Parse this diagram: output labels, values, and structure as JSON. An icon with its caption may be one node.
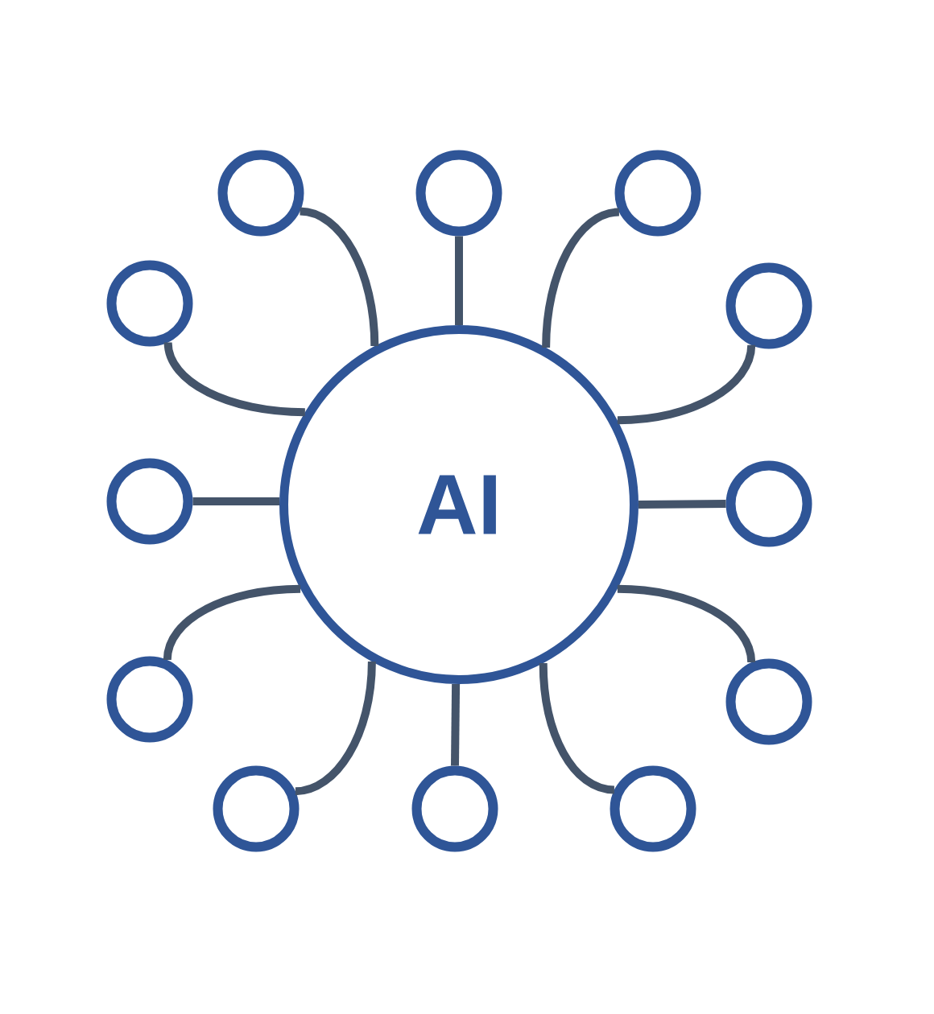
{
  "diagram": {
    "nodes": [
      {
        "text": [
          "AI"
        ]
      },
      {
        "text": [],
        "shape": "circle"
      },
      {
        "text": [],
        "shape": "circle"
      },
      {
        "text": [],
        "shape": "circle"
      },
      {
        "text": [],
        "shape": "circle"
      },
      {
        "text": [],
        "shape": "circle"
      },
      {
        "text": [],
        "shape": "circle"
      },
      {
        "text": [],
        "shape": "circle"
      },
      {
        "text": [],
        "shape": "circle"
      },
      {
        "text": [],
        "shape": "circle"
      },
      {
        "text": [],
        "shape": "circle"
      },
      {
        "text": [],
        "shape": "circle"
      },
      {
        "text": [],
        "shape": "circle"
      }
    ],
    "edges": [
      {
        "from": 0,
        "to": 1,
        "arrow": "none"
      },
      {
        "from": 0,
        "to": 2,
        "arrow": "none"
      },
      {
        "from": 0,
        "to": 3,
        "arrow": "none"
      },
      {
        "from": 0,
        "to": 4,
        "arrow": "none"
      },
      {
        "from": 0,
        "to": 5,
        "arrow": "none"
      },
      {
        "from": 0,
        "to": 6,
        "arrow": "none"
      },
      {
        "from": 0,
        "to": 7,
        "arrow": "none"
      },
      {
        "from": 0,
        "to": 8,
        "arrow": "none"
      },
      {
        "from": 0,
        "to": 9,
        "arrow": "none"
      },
      {
        "from": 0,
        "to": 10,
        "arrow": "none"
      },
      {
        "from": 0,
        "to": 11,
        "arrow": "none"
      },
      {
        "from": 0,
        "to": 12,
        "arrow": "none"
      }
    ]
  }
}
